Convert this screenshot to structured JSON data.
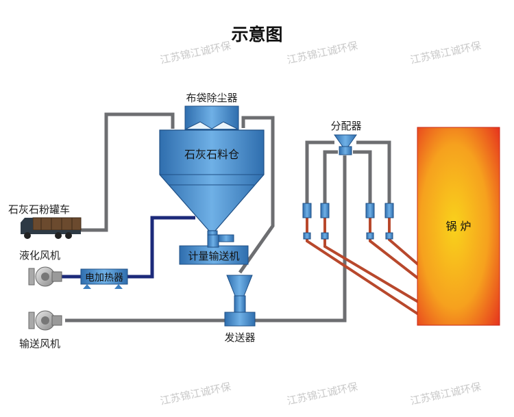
{
  "title": "示意图",
  "watermark": "江苏锦江诚环保",
  "labels": {
    "bag_filter": "布袋除尘器",
    "silo": "石灰石料仓",
    "truck": "石灰石粉罐车",
    "liquefied_fan": "液化风机",
    "heater": "电加热器",
    "metering": "计量输送机",
    "sender": "发送器",
    "conveying_fan": "输送风机",
    "distributor": "分配器",
    "boiler": "锅  炉"
  },
  "colors": {
    "equipment": "#3c7fc0",
    "equipment_light": "#6fb0e6",
    "pipe": "#6d6e71",
    "heated_pipe": "#1c2a7a",
    "boiler_outer": "#e8321e",
    "boiler_inner": "#f7c31c",
    "feed_line": "#b8482c"
  }
}
